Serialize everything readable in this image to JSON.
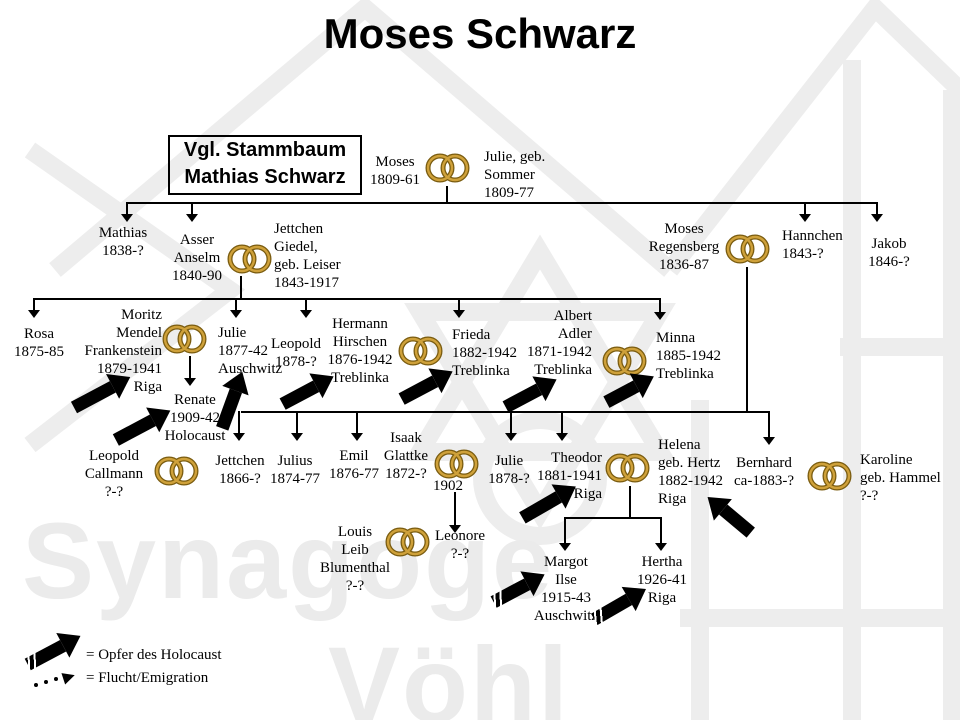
{
  "title": "Moses Schwarz",
  "note_box": {
    "text": "Vgl. Stammbaum\nMathias Schwarz"
  },
  "watermark": {
    "word1": "Synagoge",
    "word2": "Vöhl"
  },
  "legend": {
    "holocaust": "= Opfer des Holocaust",
    "emigration": "= Flucht/Emigration"
  },
  "marriages": {
    "isaak_julie_year": "1902"
  },
  "icons": {
    "rings": "wedding-rings-icon",
    "holocaust_marker": "thick-black-arrow",
    "emigration_marker": "dotted-arrow"
  },
  "colors": {
    "ring_gold_dark": "#7a5c10",
    "ring_gold_light": "#cfa13a",
    "line_black": "#000000",
    "watermark_gray": "#ebebeb"
  },
  "persons": {
    "moses": [
      "Moses",
      "1809-61"
    ],
    "julie_sommer": [
      "Julie,  geb.",
      "Sommer",
      "1809-77"
    ],
    "mathias": [
      "Mathias",
      "1838-?"
    ],
    "asser_anselm": [
      "Asser",
      "Anselm",
      "1840-90"
    ],
    "jettchen_giedel": [
      "Jettchen",
      "Giedel,",
      "geb. Leiser",
      "1843-1917"
    ],
    "moses_regensberg": [
      "Moses",
      "Regensberg",
      "1836-87"
    ],
    "hannchen": [
      "Hannchen",
      "1843-?"
    ],
    "jakob": [
      "Jakob",
      "1846-?"
    ],
    "rosa": [
      "Rosa",
      "1875-85"
    ],
    "moritz_frankenstein": [
      "Moritz",
      "Mendel",
      "Frankenstein",
      "1879-1941",
      "Riga"
    ],
    "julie_1877": [
      "Julie",
      "1877-42",
      "Auschwitz"
    ],
    "leopold_1878": [
      "Leopold",
      "1878-?"
    ],
    "hermann_hirschen": [
      "Hermann",
      "Hirschen",
      "1876-1942",
      "Treblinka"
    ],
    "frieda": [
      "Frieda",
      "1882-1942",
      "Treblinka"
    ],
    "albert_adler": [
      "Albert",
      "Adler",
      "1871-1942",
      "Treblinka"
    ],
    "minna": [
      "Minna",
      "1885-1942",
      "Treblinka"
    ],
    "renate": [
      "Renate",
      "1909-42",
      "Holocaust"
    ],
    "leopold_callmann": [
      "Leopold",
      "Callmann",
      "?-?"
    ],
    "jettchen_1866": [
      "Jettchen",
      "1866-?"
    ],
    "julius": [
      "Julius",
      "1874-77"
    ],
    "emil": [
      "Emil",
      "1876-77"
    ],
    "isaak_glattke": [
      "Isaak",
      "Glattke",
      "1872-?"
    ],
    "julie_1878": [
      "Julie",
      "1878-?"
    ],
    "theodor": [
      "Theodor",
      "1881-1941",
      "Riga"
    ],
    "helena_hertz": [
      "Helena",
      "geb. Hertz",
      "1882-1942",
      "Riga"
    ],
    "bernhard": [
      "Bernhard",
      "ca-1883-?"
    ],
    "karoline_hammel": [
      "Karoline",
      "geb. Hammel",
      "?-?"
    ],
    "louis_blumenthal": [
      "Louis",
      "Leib",
      "Blumenthal",
      "?-?"
    ],
    "leonore": [
      "Leonore",
      "?-?"
    ],
    "margot_ilse": [
      "Margot",
      "Ilse",
      "1915-43",
      "Auschwitz"
    ],
    "hertha": [
      "Hertha",
      "1926-41",
      "Riga"
    ]
  }
}
